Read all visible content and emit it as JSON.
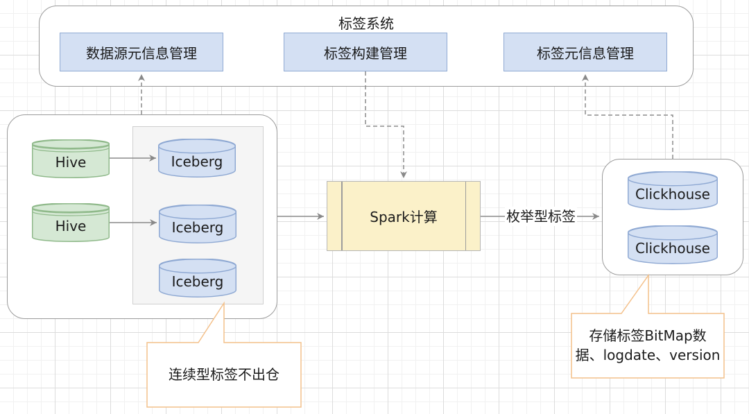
{
  "tag_system": {
    "title": "标签系统",
    "datasource_meta": "数据源元信息管理",
    "tag_build": "标签构建管理",
    "tag_meta": "标签元信息管理"
  },
  "sources": {
    "hive_1": "Hive",
    "hive_2": "Hive",
    "iceberg_1": "Iceberg",
    "iceberg_2": "Iceberg",
    "iceberg_3": "Iceberg"
  },
  "compute": {
    "label": "Spark计算"
  },
  "edge": {
    "enum_tags": "枚举型标签"
  },
  "storage": {
    "clickhouse_1": "Clickhouse",
    "clickhouse_2": "Clickhouse"
  },
  "callouts": {
    "continuous": "连续型标签不出仓",
    "bitmap_line1": "存储标签BitMap数",
    "bitmap_line2": "据、logdate、version"
  },
  "colors": {
    "mgmt_fill": "#d4e0f3",
    "hive_fill": "#d5e8d4",
    "iceberg_fill": "#d4e0f3",
    "spark_fill": "#fbf1c9",
    "callout_border": "#f4c08a"
  }
}
